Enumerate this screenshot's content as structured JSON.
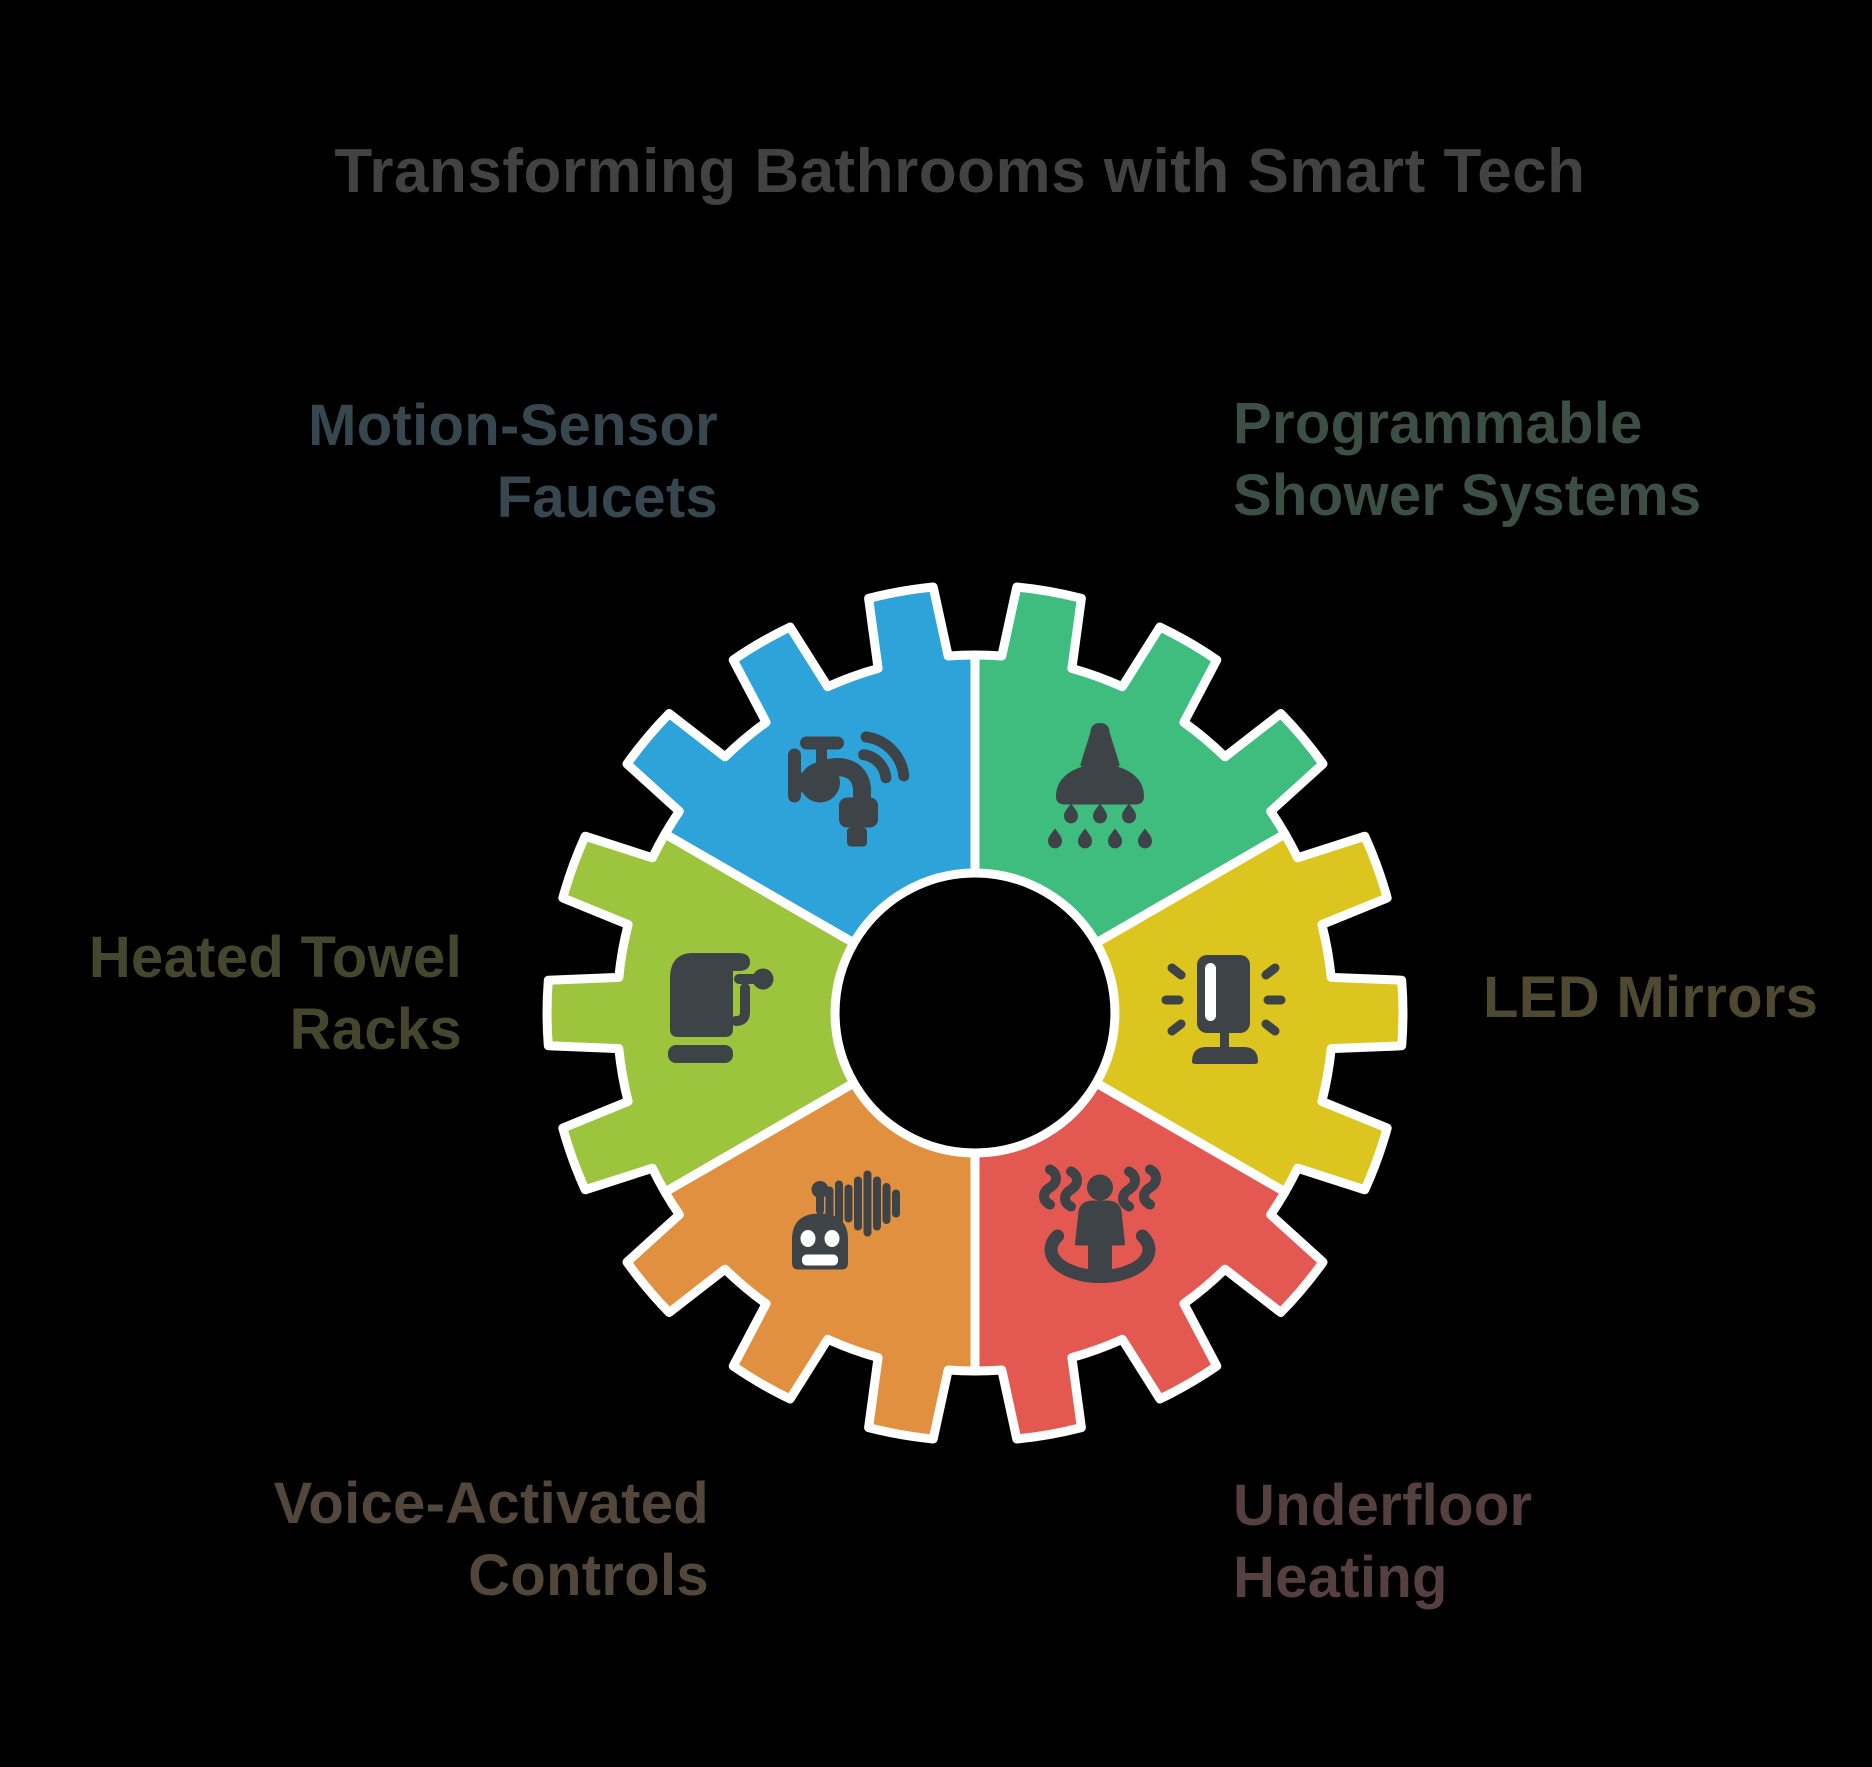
{
  "background": "#000000",
  "title": {
    "text": "Transforming Bathrooms with Smart Tech",
    "color": "#424242"
  },
  "gear": {
    "outline_color": "#FFFFFF",
    "icon_color": "#3E4347",
    "segments": [
      {
        "name": "motion-sensor-faucets",
        "lines": [
          "Motion-Sensor",
          "Faucets"
        ],
        "color": "#2EA3DA",
        "label_color": "#37474F",
        "icon": "smart-faucet-icon"
      },
      {
        "name": "programmable-shower-systems",
        "lines": [
          "Programmable",
          "Shower Systems"
        ],
        "color": "#3FBD7F",
        "label_color": "#3B4F45",
        "icon": "shower-head-icon"
      },
      {
        "name": "led-mirrors",
        "lines": [
          "LED Mirrors"
        ],
        "color": "#DCC51F",
        "label_color": "#4E4930",
        "icon": "led-mirror-icon"
      },
      {
        "name": "underfloor-heating",
        "lines": [
          "Underfloor",
          "Heating"
        ],
        "color": "#E35952",
        "label_color": "#553F3F",
        "icon": "underfloor-heating-icon"
      },
      {
        "name": "voice-activated-controls",
        "lines": [
          "Voice-Activated",
          "Controls"
        ],
        "color": "#E0903E",
        "label_color": "#53463A",
        "icon": "voice-robot-icon"
      },
      {
        "name": "heated-towel-racks",
        "lines": [
          "Heated Towel",
          "Racks"
        ],
        "color": "#9CC43D",
        "label_color": "#44472E",
        "icon": "towel-rack-icon"
      }
    ]
  }
}
